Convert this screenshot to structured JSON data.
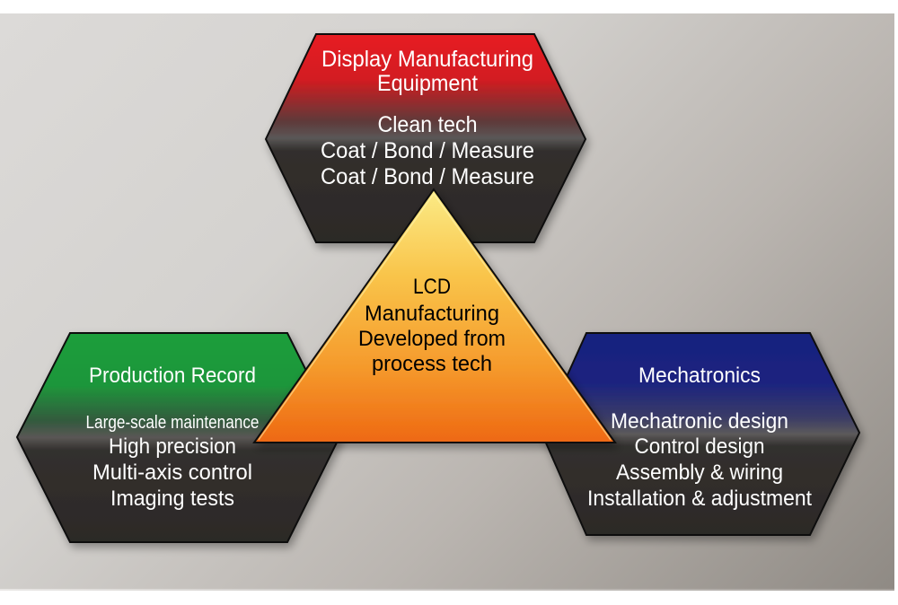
{
  "colors": {
    "red": "#e41b1f",
    "green": "#1e9e3a",
    "blue": "#1a237f",
    "dark": "#2e2b29",
    "orange_top": "#fbe57a",
    "orange_bottom": "#ef6f16",
    "text_light": "#ffffff",
    "text_dark": "#000000"
  },
  "top_hexagon": {
    "title_lines": [
      "Display Manufacturing",
      "Equipment"
    ],
    "items": [
      "Clean tech",
      "Coat / Bond / Measure",
      "Coat / Bond / Measure"
    ]
  },
  "left_hexagon": {
    "title": "Production Record",
    "items": [
      "Large-scale maintenance",
      "High precision",
      "Multi-axis control",
      "Imaging tests"
    ]
  },
  "right_hexagon": {
    "title": "Mechatronics",
    "items": [
      "Mechatronic design",
      "Control design",
      "Assembly & wiring",
      "Installation & adjustment"
    ]
  },
  "center_triangle": {
    "lines": [
      "LCD",
      "Manufacturing",
      "Developed from",
      "process tech"
    ]
  }
}
